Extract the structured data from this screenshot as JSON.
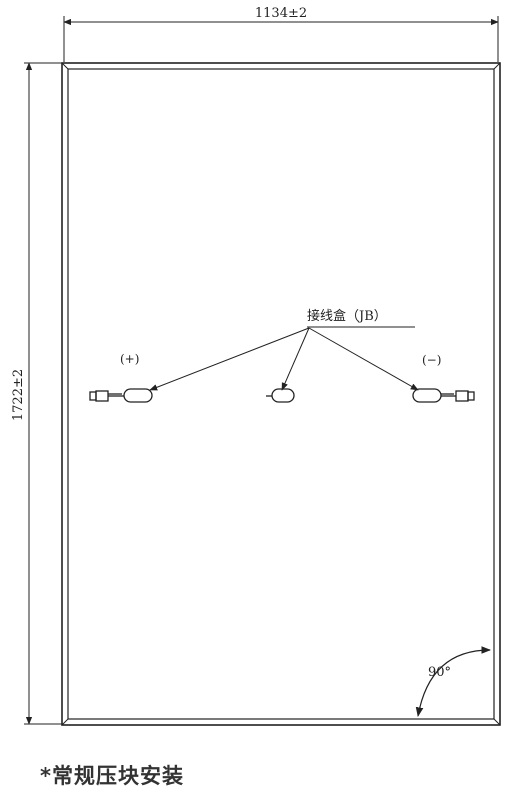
{
  "dimensions": {
    "width": "1134±2",
    "height": "1722±2"
  },
  "labels": {
    "junction_box": "接线盒（JB）",
    "positive": "(+)",
    "negative": "(−)",
    "angle": "90°"
  },
  "caption": "*常规压块安装"
}
